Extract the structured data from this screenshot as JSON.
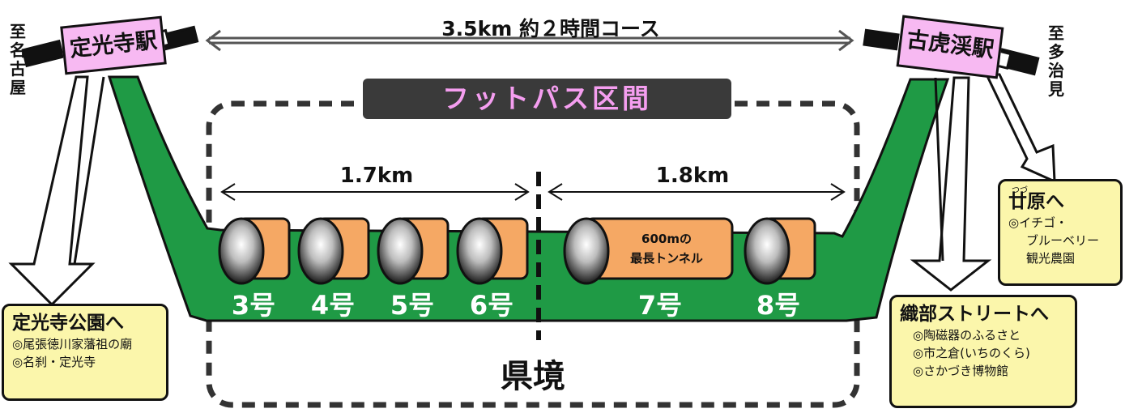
{
  "route": {
    "total": "3.5km 約２時間コース",
    "footpath_label": "フットパス区間",
    "left_distance": "1.7km",
    "right_distance": "1.8km",
    "border_label": "県境"
  },
  "stations": {
    "left": {
      "name": "定光寺駅",
      "direction": [
        "至",
        "名",
        "古",
        "屋"
      ]
    },
    "right": {
      "name": "古虎渓駅",
      "direction": [
        "至",
        "多",
        "治",
        "見"
      ]
    }
  },
  "tunnels": [
    {
      "label": "3号"
    },
    {
      "label": "4号"
    },
    {
      "label": "5号"
    },
    {
      "label": "6号"
    },
    {
      "label": "7号",
      "note_line1": "600mの",
      "note_line2": "最長トンネル"
    },
    {
      "label": "8号"
    }
  ],
  "callouts": {
    "jokoji_park": {
      "title": "定光寺公園へ",
      "lines": [
        "◎尾張徳川家藩祖の廟",
        "◎名刹・定光寺"
      ]
    },
    "tsuzurahara": {
      "title": "廿原へ",
      "ruby": "つづ",
      "lines": [
        "◎イチゴ・",
        "ブルーベリー",
        "観光農園"
      ]
    },
    "oribe_street": {
      "title": "織部ストリートへ",
      "lines": [
        "◎陶磁器のふるさと",
        "◎市之倉(いちのくら)",
        "◎さかづき博物館"
      ]
    }
  },
  "colors": {
    "track_green": "#1f9a45",
    "tunnel_orange": "#f5a864",
    "station_pink": "#f7b9f2",
    "callout_yellow": "#fbf6ab",
    "banner_dark": "#3a3a3a",
    "banner_text": "#f59ef0"
  }
}
